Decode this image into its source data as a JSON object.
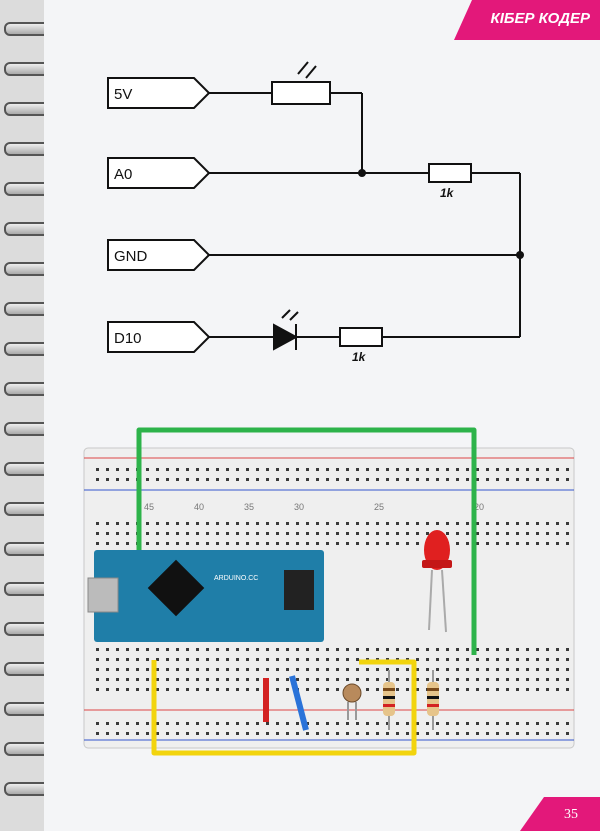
{
  "header": {
    "title": "КІБЕР КОДЕР"
  },
  "schematic": {
    "pins": [
      "5V",
      "A0",
      "GND",
      "D10"
    ],
    "resistor_value_1": "1k",
    "resistor_value_2": "1k"
  },
  "breadboard": {
    "column_numbers": [
      "45",
      "40",
      "35",
      "30",
      "25",
      "20"
    ],
    "board_label": "ARDUINO.CC",
    "wire_colors": {
      "green": "#2db34a",
      "yellow": "#f2d40e",
      "red": "#d32222",
      "blue": "#2a73d9"
    },
    "led_color": "#e02020",
    "board_color": "#1f7ea8"
  },
  "footer": {
    "page_number": "35"
  },
  "colors": {
    "accent": "#e3187a"
  }
}
